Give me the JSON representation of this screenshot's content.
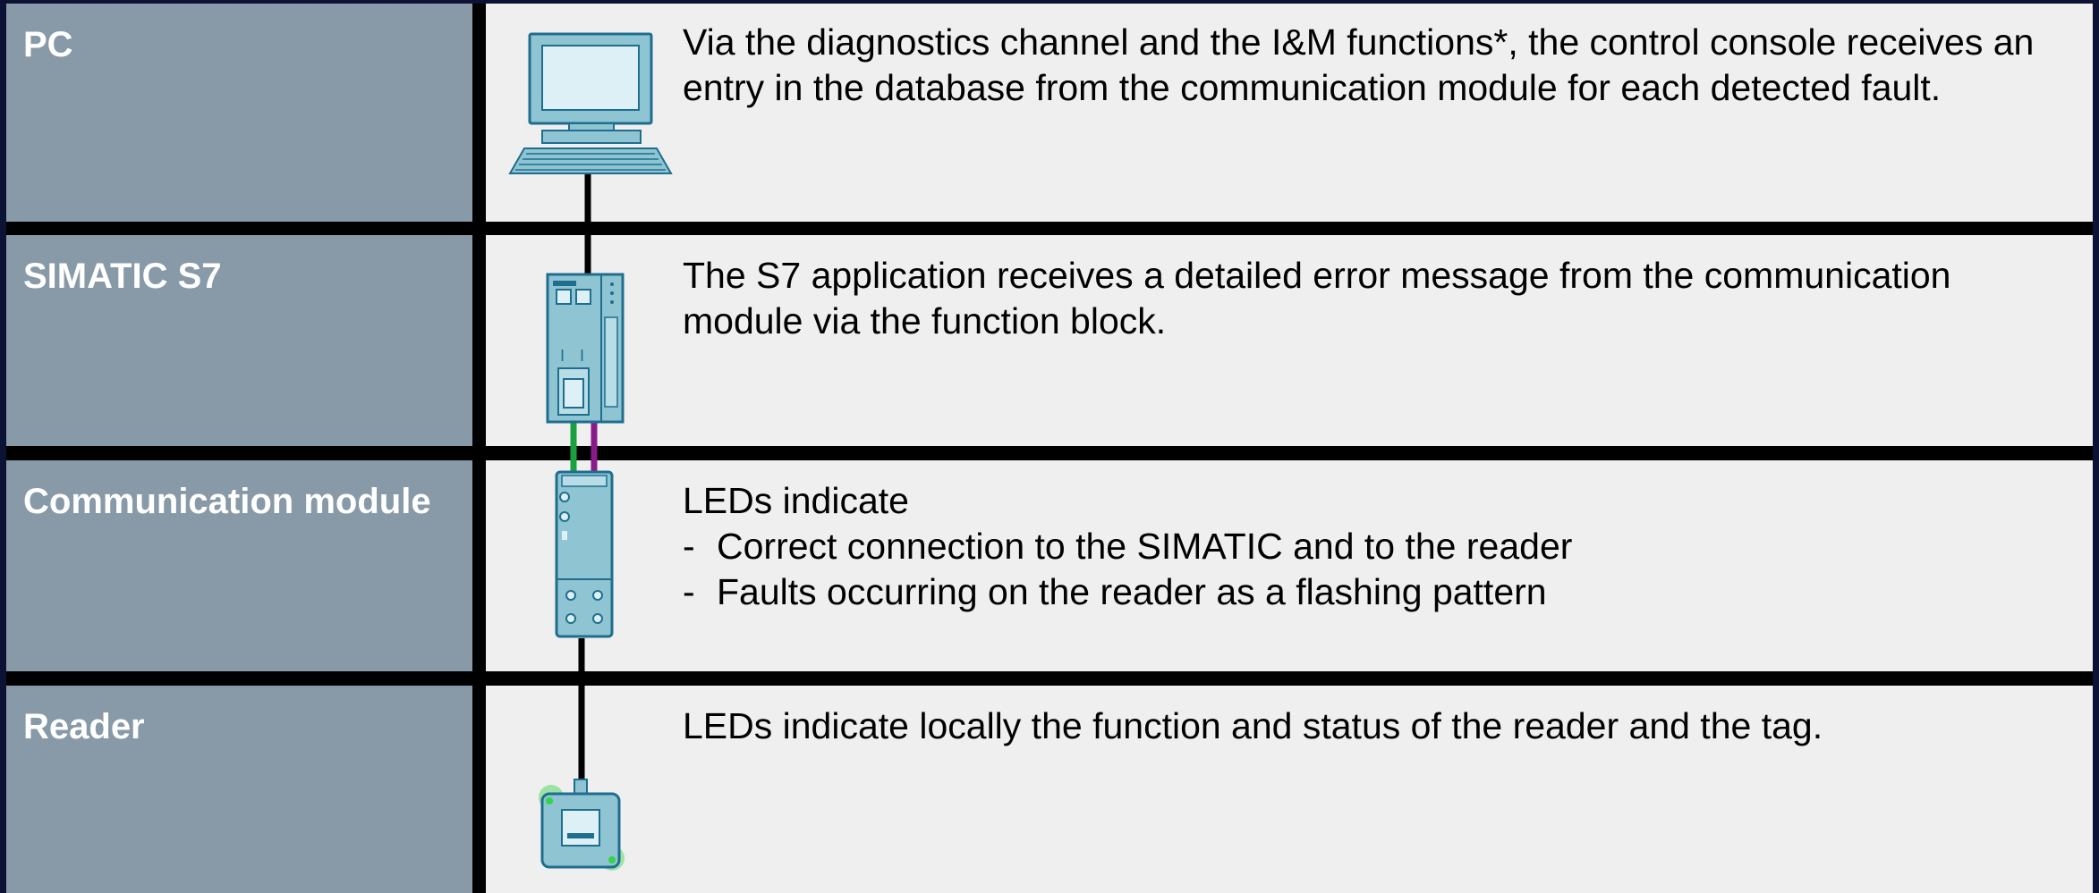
{
  "rows": [
    {
      "label": "PC",
      "text": "Via the diagnostics channel and the I&M functions*, the control console receives an entry in the database from the communication module for each detected fault."
    },
    {
      "label": "SIMATIC S7",
      "text": "The S7 application receives a detailed error message from the communication module via the function block."
    },
    {
      "label": "Communication module",
      "intro": "LEDs indicate",
      "bullets": [
        "Correct connection to the SIMATIC and to the reader",
        "Faults occurring on the reader as a flashing pattern"
      ],
      "bullet_marker": "-"
    },
    {
      "label": "Reader",
      "text": "LEDs indicate locally the function and status of the reader and the tag."
    }
  ],
  "colors": {
    "label_bg": "#889aa7",
    "content_bg": "#efefef",
    "divider": "#000000",
    "device_body": "#8fc4d2",
    "device_outline": "#1f6e8f",
    "cable_green": "#1aa040",
    "cable_purple": "#8a1a8a",
    "led_glow": "#36d24a"
  },
  "icons": [
    "pc-icon",
    "simatic-s7-icon",
    "communication-module-icon",
    "reader-icon"
  ]
}
